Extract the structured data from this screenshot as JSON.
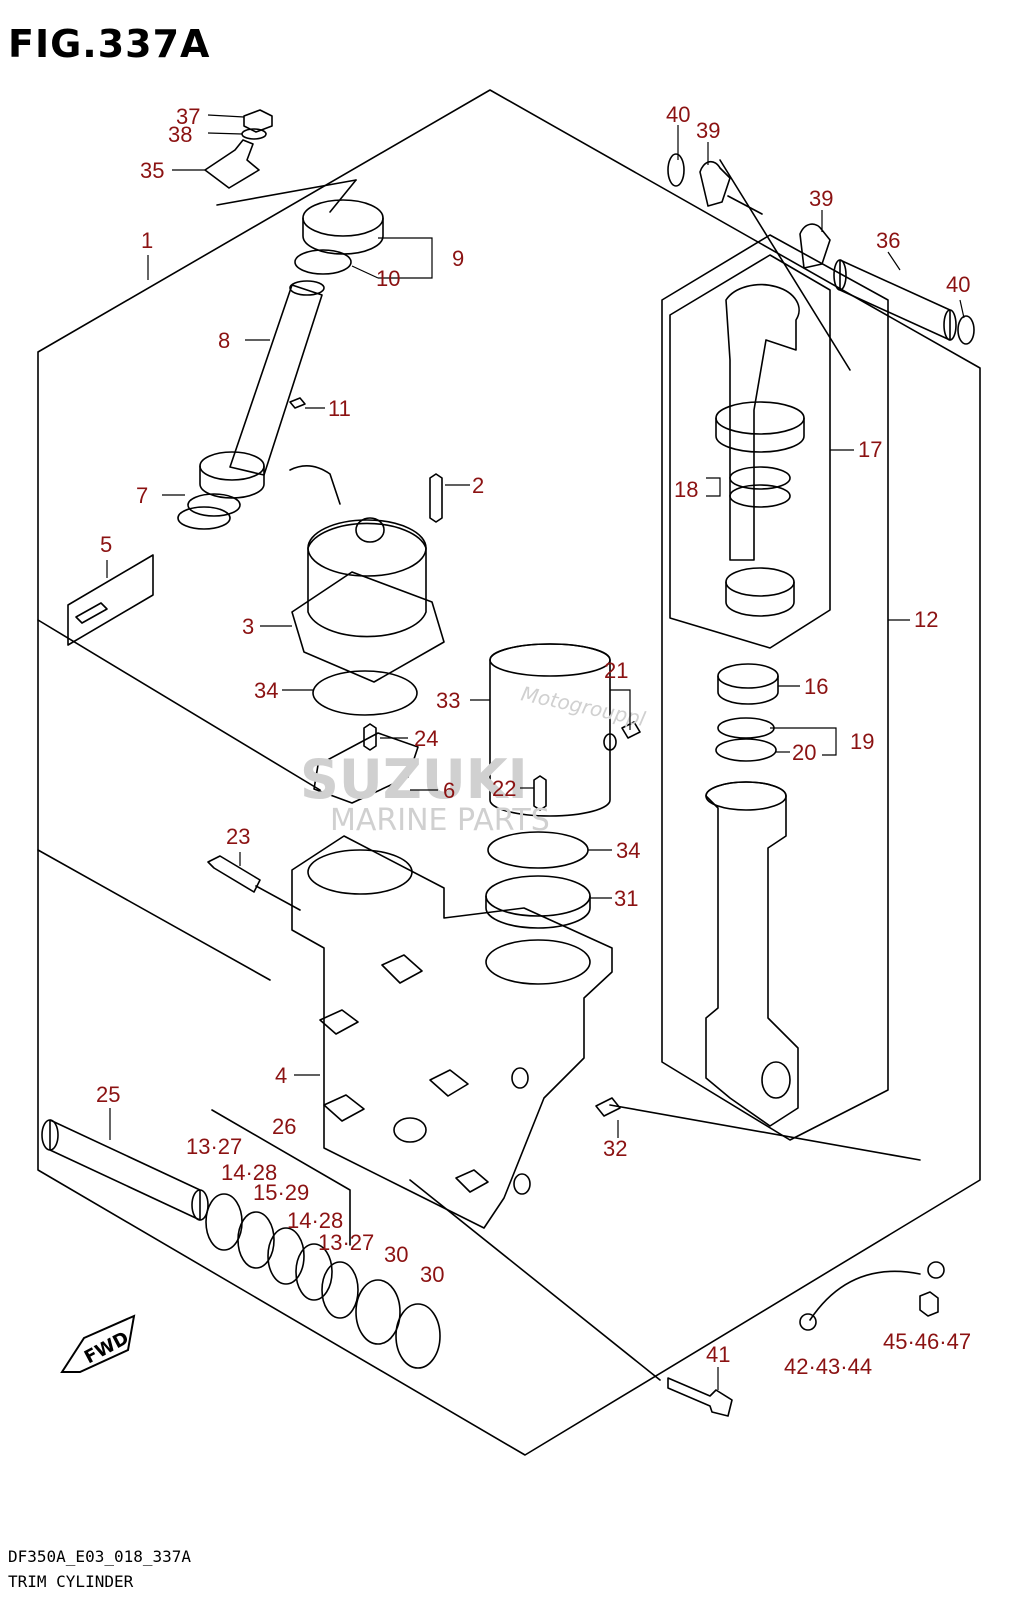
{
  "figure": {
    "title": "FIG.337A",
    "code": "DF350A_E03_018_337A",
    "name": "TRIM CYLINDER"
  },
  "watermark": {
    "brand": "SUZUKI",
    "sub": "MARINE PARTS",
    "site": "Motogrouppl"
  },
  "badge": {
    "fwd": "FWD"
  },
  "colors": {
    "callout": "#8b1212",
    "line": "#000000"
  },
  "callouts": [
    {
      "id": "37",
      "text": "37"
    },
    {
      "id": "38",
      "text": "38"
    },
    {
      "id": "35",
      "text": "35"
    },
    {
      "id": "1",
      "text": "1"
    },
    {
      "id": "9",
      "text": "9"
    },
    {
      "id": "10",
      "text": "10"
    },
    {
      "id": "8",
      "text": "8"
    },
    {
      "id": "11",
      "text": "11"
    },
    {
      "id": "7",
      "text": "7"
    },
    {
      "id": "2",
      "text": "2"
    },
    {
      "id": "5",
      "text": "5"
    },
    {
      "id": "3",
      "text": "3"
    },
    {
      "id": "34a",
      "text": "34"
    },
    {
      "id": "24",
      "text": "24"
    },
    {
      "id": "6",
      "text": "6"
    },
    {
      "id": "33",
      "text": "33"
    },
    {
      "id": "21",
      "text": "21"
    },
    {
      "id": "22",
      "text": "22"
    },
    {
      "id": "34b",
      "text": "34"
    },
    {
      "id": "31",
      "text": "31"
    },
    {
      "id": "23",
      "text": "23"
    },
    {
      "id": "4",
      "text": "4"
    },
    {
      "id": "25",
      "text": "25"
    },
    {
      "id": "26",
      "text": "26"
    },
    {
      "id": "13-27a",
      "text": "13·27"
    },
    {
      "id": "14-28a",
      "text": "14·28"
    },
    {
      "id": "15-29",
      "text": "15·29"
    },
    {
      "id": "14-28b",
      "text": "14·28"
    },
    {
      "id": "13-27b",
      "text": "13·27"
    },
    {
      "id": "30a",
      "text": "30"
    },
    {
      "id": "30b",
      "text": "30"
    },
    {
      "id": "32",
      "text": "32"
    },
    {
      "id": "41",
      "text": "41"
    },
    {
      "id": "42-43-44",
      "text": "42·43·44"
    },
    {
      "id": "45-46-47",
      "text": "45·46·47"
    },
    {
      "id": "40a",
      "text": "40"
    },
    {
      "id": "39a",
      "text": "39"
    },
    {
      "id": "39b",
      "text": "39"
    },
    {
      "id": "36",
      "text": "36"
    },
    {
      "id": "40b",
      "text": "40"
    },
    {
      "id": "17",
      "text": "17"
    },
    {
      "id": "18",
      "text": "18"
    },
    {
      "id": "12",
      "text": "12"
    },
    {
      "id": "16",
      "text": "16"
    },
    {
      "id": "19",
      "text": "19"
    },
    {
      "id": "20",
      "text": "20"
    }
  ]
}
